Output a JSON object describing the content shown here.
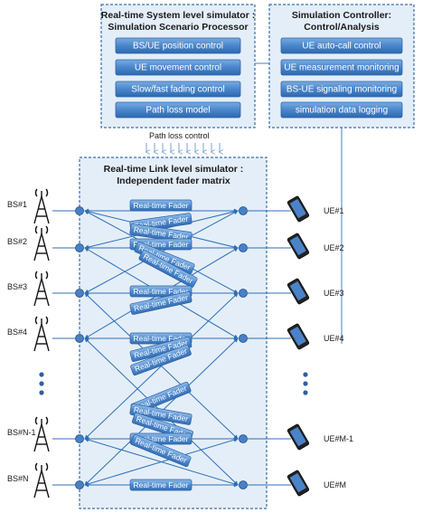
{
  "system_panel": {
    "title_line1": "Real-time System level simulator :",
    "title_line2": "Simulation Scenario Processor",
    "buttons": [
      "BS/UE position control",
      "UE movement control",
      "Slow/fast fading control",
      "Path loss model"
    ]
  },
  "controller_panel": {
    "title_line1": "Simulation Controller:",
    "title_line2": "Control/Analysis",
    "buttons": [
      "UE auto-call control",
      "UE measurement monitoring",
      "BS-UE signaling monitoring",
      "simulation data logging"
    ]
  },
  "path_loss_label": "Path loss  control",
  "link_panel": {
    "title_line1": "Real-time Link level simulator :",
    "title_line2": "Independent fader matrix",
    "fader_label": "Real-time  Fader"
  },
  "base_stations": [
    "BS#1",
    "BS#2",
    "BS#3",
    "BS#4",
    "BS#N-1",
    "BS#N"
  ],
  "user_equipment": [
    "UE#1",
    "UE#2",
    "UE#3",
    "UE#4",
    "UE#M-1",
    "UE#M"
  ],
  "colors": {
    "panel_fill": "#e4eef8",
    "panel_border": "#3a6ea8",
    "button_top": "#6fa3dc",
    "button_bottom": "#2f6db4",
    "wire": "#2d6fb8"
  }
}
